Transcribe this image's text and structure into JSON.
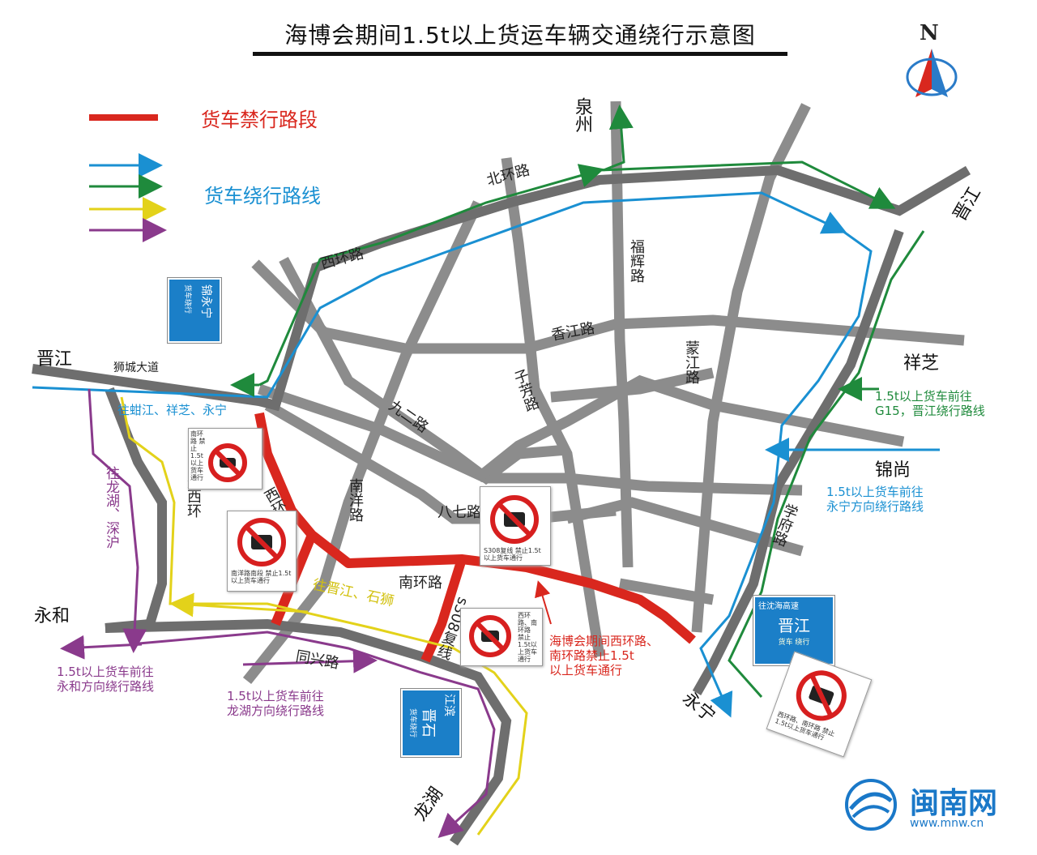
{
  "title": "海博会期间1.5t以上货运车辆交通绕行示意图",
  "compass": {
    "label": "N"
  },
  "legend": {
    "banned_label": "货车禁行路段",
    "detour_label": "货车绕行路线",
    "colors": {
      "banned": "#d9271e",
      "blue": "#1a90d2",
      "green": "#1f8a3c",
      "yellow": "#e3d21a",
      "purple": "#8a3a8c",
      "road": "#8c8c8c"
    }
  },
  "roads": {
    "beihuan": "北环路",
    "xihuan_n": "西环路",
    "fuhui": "福辉路",
    "xiangjiang": "香江路",
    "ziyang": "子芳路",
    "jiuer": "九二路",
    "nanyang": "南洋路",
    "bayi": "八七路",
    "nanhuan": "南环路",
    "xihuan_s": "西环路",
    "waixihuan": "外西环",
    "shicheng": "狮城大道",
    "tongxing": "同兴路",
    "s308": "s308复线",
    "xuefu": "学府路",
    "qiaohui": "蒙江路"
  },
  "cities": {
    "quanzhou": "泉州",
    "jinjiang_ne": "晋江",
    "xiangzhi": "祥芝",
    "jinshang": "锦尚",
    "yongning": "永宁",
    "longhu": "龙湖",
    "yonghe": "永和",
    "jinjiang_w": "晋江"
  },
  "notes": {
    "to_jiangxi": "往蚶江、祥芝、永宁",
    "to_longhu": "往龙湖、深沪",
    "to_jinjiang": "往晋江、石狮",
    "g15": [
      "1.5t以上货车前往",
      "G15，晋江绕行路线"
    ],
    "yongning_detour": [
      "1.5t以上货车前往",
      "永宁方向绕行路线"
    ],
    "yonghe_detour": [
      "1.5t以上货车前往",
      "永和方向绕行路线"
    ],
    "longhu_detour": [
      "1.5t以上货车前往",
      "龙湖方向绕行路线"
    ],
    "ban_note": [
      "海博会期间西环路、",
      "南环路禁止1.5t",
      "以上货车通行"
    ]
  },
  "signs": {
    "blue_left": {
      "top": "锦永宁",
      "bottom": "货车绕行"
    },
    "blue_right": {
      "top": "往沈海高速",
      "main": "晋江",
      "sub": "货车 绕行"
    },
    "blue_bottom": {
      "top": "江滨",
      "main": "晋石",
      "sub": "货车绕行"
    },
    "white_1": "南环路 禁止1.5t以上货车通行",
    "white_2": "南洋路南段 禁止1.5t以上货车通行",
    "white_3": "S308复线 禁止1.5t以上货车通行",
    "white_4": "西环路、南环路 禁止1.5t以上货车通行",
    "white_5": "西环路、南环路 禁止1.5t以上货车通行"
  },
  "watermark": {
    "brand": "闽南网",
    "url": "www.mnw.cn"
  }
}
